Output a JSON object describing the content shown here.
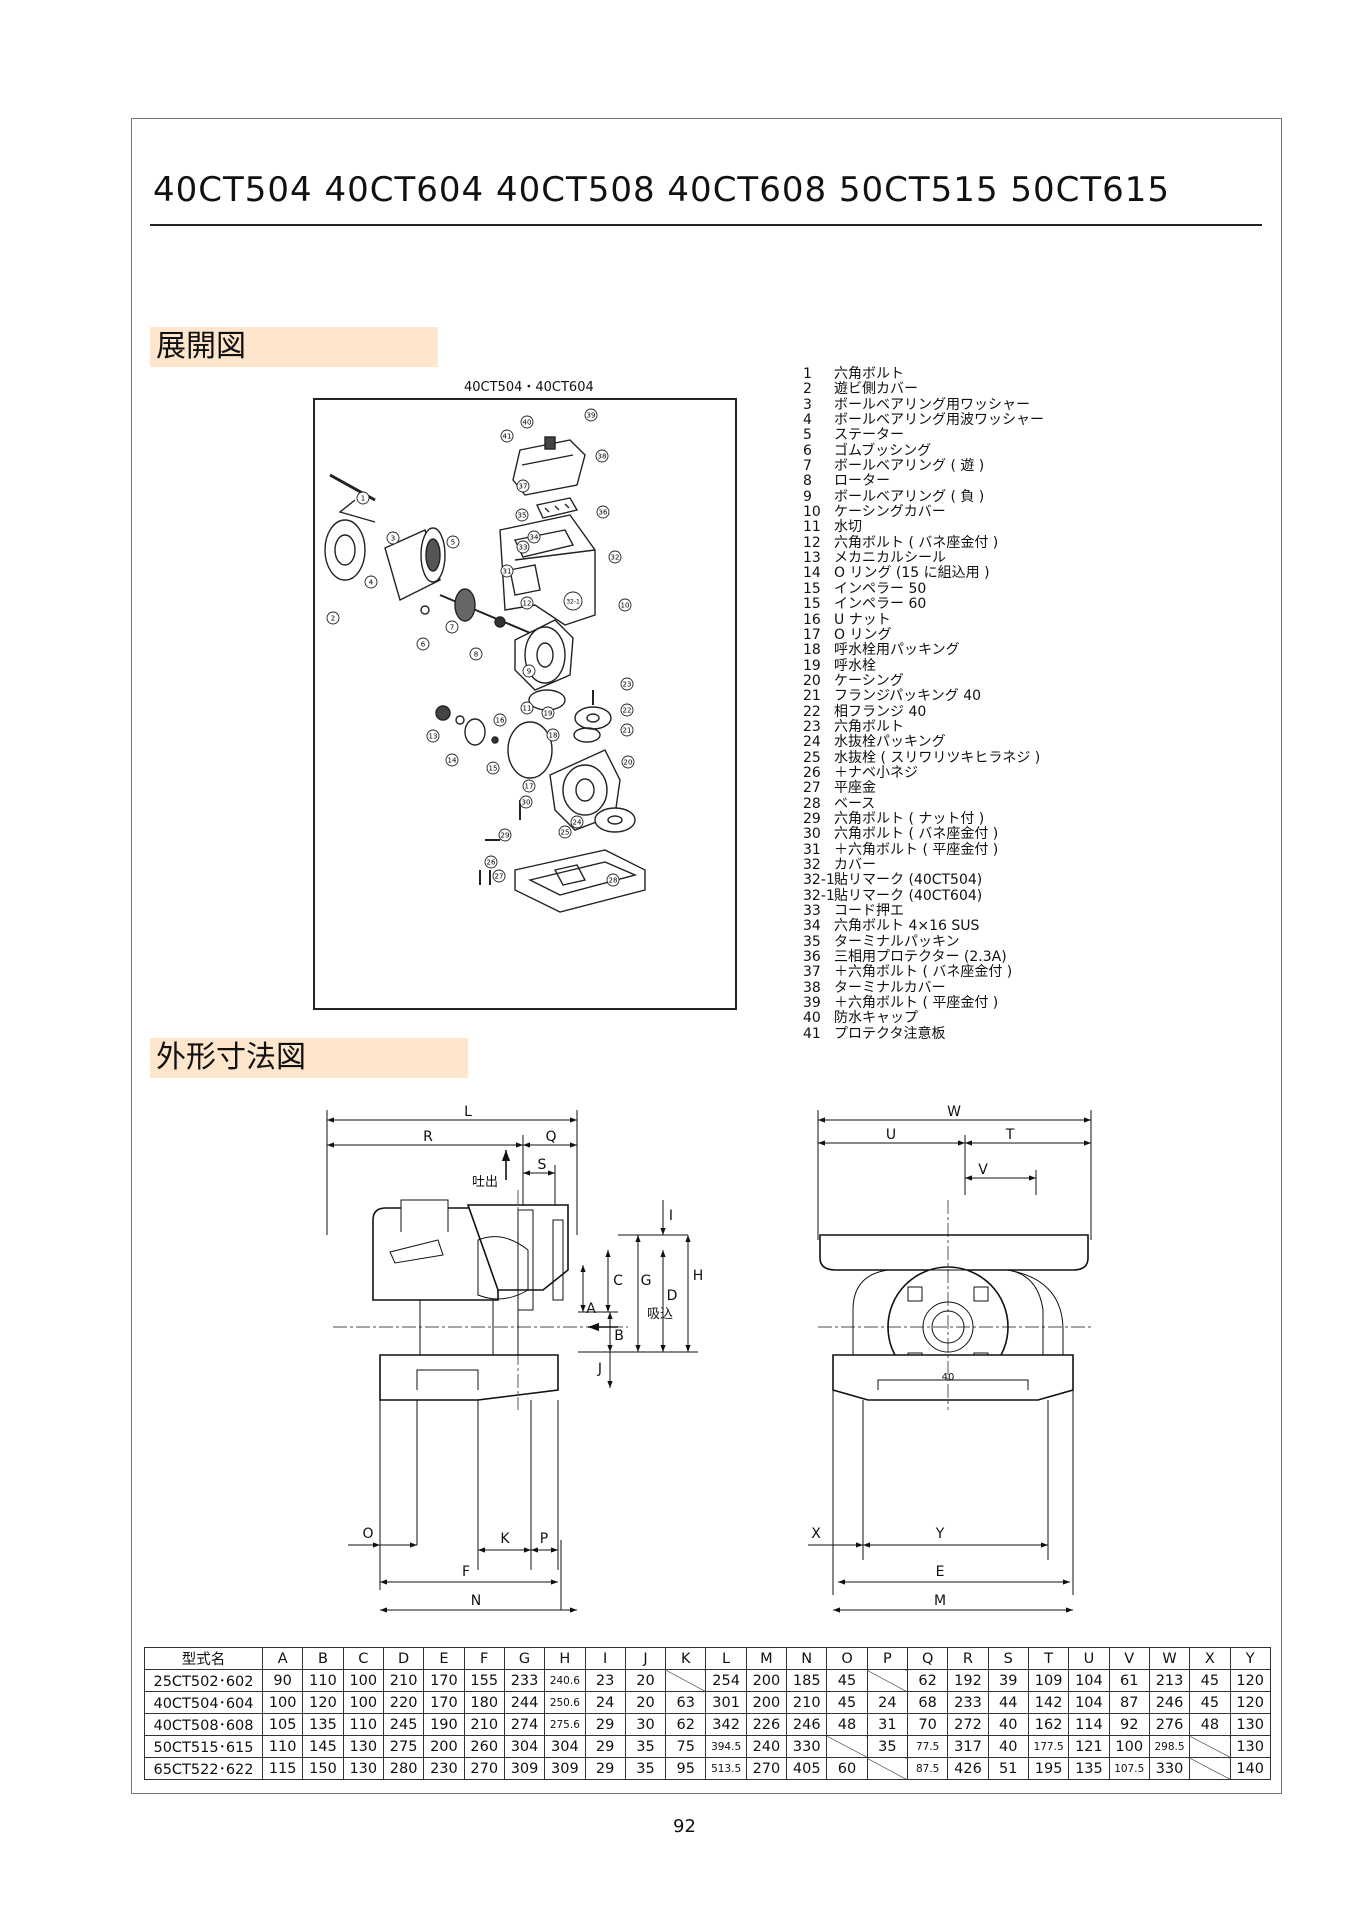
{
  "title": "40CT504  40CT604  40CT508  40CT608  50CT515  50CT615",
  "sections": {
    "exploded": "展開図",
    "dimensions": "外形寸法図"
  },
  "exploded_diagram_label": "40CT504・40CT604",
  "parts": [
    {
      "no": "1",
      "name": "六角ボルト"
    },
    {
      "no": "2",
      "name": "遊ビ側カバー"
    },
    {
      "no": "3",
      "name": "ボールベアリング用ワッシャー"
    },
    {
      "no": "4",
      "name": "ボールベアリング用波ワッシャー"
    },
    {
      "no": "5",
      "name": "ステーター"
    },
    {
      "no": "6",
      "name": "ゴムブッシング"
    },
    {
      "no": "7",
      "name": "ボールベアリング ( 遊 )"
    },
    {
      "no": "8",
      "name": "ローター"
    },
    {
      "no": "9",
      "name": "ボールベアリング ( 負 )"
    },
    {
      "no": "10",
      "name": "ケーシングカバー"
    },
    {
      "no": "11",
      "name": "水切"
    },
    {
      "no": "12",
      "name": "六角ボルト ( バネ座金付 )"
    },
    {
      "no": "13",
      "name": "メカニカルシール"
    },
    {
      "no": "14",
      "name": "O リング (15 に組込用 )"
    },
    {
      "no": "15",
      "name": "インペラー 50"
    },
    {
      "no": "15",
      "name": "インペラー 60"
    },
    {
      "no": "16",
      "name": "U ナット"
    },
    {
      "no": "17",
      "name": "O リング"
    },
    {
      "no": "18",
      "name": "呼水栓用パッキング"
    },
    {
      "no": "19",
      "name": "呼水栓"
    },
    {
      "no": "20",
      "name": "ケーシング"
    },
    {
      "no": "21",
      "name": "フランジパッキング 40"
    },
    {
      "no": "22",
      "name": "相フランジ 40"
    },
    {
      "no": "23",
      "name": "六角ボルト"
    },
    {
      "no": "24",
      "name": "水抜栓パッキング"
    },
    {
      "no": "25",
      "name": "水抜栓 ( スリワリツキヒラネジ )"
    },
    {
      "no": "26",
      "name": "＋ナベ小ネジ"
    },
    {
      "no": "27",
      "name": "平座金"
    },
    {
      "no": "28",
      "name": "ベース"
    },
    {
      "no": "29",
      "name": "六角ボルト ( ナット付 )"
    },
    {
      "no": "30",
      "name": "六角ボルト ( バネ座金付 )"
    },
    {
      "no": "31",
      "name": "＋六角ボルト ( 平座金付 )"
    },
    {
      "no": "32",
      "name": "カバー"
    },
    {
      "no": "32-1",
      "name": "貼リマーク (40CT504)"
    },
    {
      "no": "32-1",
      "name": "貼リマーク (40CT604)"
    },
    {
      "no": "33",
      "name": "コード押エ"
    },
    {
      "no": "34",
      "name": "六角ボルト 4×16 SUS"
    },
    {
      "no": "35",
      "name": "ターミナルパッキン"
    },
    {
      "no": "36",
      "name": "三相用プロテクター (2.3A)"
    },
    {
      "no": "37",
      "name": "＋六角ボルト ( バネ座金付 )"
    },
    {
      "no": "38",
      "name": "ターミナルカバー"
    },
    {
      "no": "39",
      "name": "＋六角ボルト ( 平座金付 )"
    },
    {
      "no": "40",
      "name": "防水キャップ"
    },
    {
      "no": "41",
      "name": "プロテクタ注意板"
    }
  ],
  "callouts": [
    "1",
    "2",
    "3",
    "4",
    "5",
    "6",
    "7",
    "8",
    "9",
    "10",
    "11",
    "12",
    "13",
    "14",
    "15",
    "16",
    "17",
    "18",
    "19",
    "20",
    "21",
    "22",
    "23",
    "24",
    "25",
    "26",
    "27",
    "28",
    "29",
    "30",
    "31",
    "32",
    "32-1",
    "33",
    "34",
    "35",
    "36",
    "37",
    "38",
    "39",
    "40",
    "41"
  ],
  "dim_labels": {
    "L": "L",
    "R": "R",
    "Q": "Q",
    "S": "S",
    "I": "I",
    "C": "C",
    "D": "D",
    "G": "G",
    "H": "H",
    "A": "A",
    "B": "B",
    "J": "J",
    "O": "O",
    "K": "K",
    "P": "P",
    "F": "F",
    "N": "N",
    "W": "W",
    "U": "U",
    "T": "T",
    "V": "V",
    "X": "X",
    "Y": "Y",
    "E": "E",
    "M": "M",
    "discharge": "吐出",
    "suction": "吸込",
    "flange_mark": "40"
  },
  "spec_table": {
    "header": [
      "型式名",
      "A",
      "B",
      "C",
      "D",
      "E",
      "F",
      "G",
      "H",
      "I",
      "J",
      "K",
      "L",
      "M",
      "N",
      "O",
      "P",
      "Q",
      "R",
      "S",
      "T",
      "U",
      "V",
      "W",
      "X",
      "Y"
    ],
    "rows": [
      [
        "25CT502･602",
        "90",
        "110",
        "100",
        "210",
        "170",
        "155",
        "233",
        "240.6",
        "23",
        "20",
        "",
        "254",
        "200",
        "185",
        "45",
        "",
        "62",
        "192",
        "39",
        "109",
        "104",
        "61",
        "213",
        "45",
        "120"
      ],
      [
        "40CT504･604",
        "100",
        "120",
        "100",
        "220",
        "170",
        "180",
        "244",
        "250.6",
        "24",
        "20",
        "63",
        "301",
        "200",
        "210",
        "45",
        "24",
        "68",
        "233",
        "44",
        "142",
        "104",
        "87",
        "246",
        "45",
        "120"
      ],
      [
        "40CT508･608",
        "105",
        "135",
        "110",
        "245",
        "190",
        "210",
        "274",
        "275.6",
        "29",
        "30",
        "62",
        "342",
        "226",
        "246",
        "48",
        "31",
        "70",
        "272",
        "40",
        "162",
        "114",
        "92",
        "276",
        "48",
        "130"
      ],
      [
        "50CT515･615",
        "110",
        "145",
        "130",
        "275",
        "200",
        "260",
        "304",
        "304",
        "29",
        "35",
        "75",
        "394.5",
        "240",
        "330",
        "",
        "35",
        "77.5",
        "317",
        "40",
        "177.5",
        "121",
        "100",
        "298.5",
        "",
        "130"
      ],
      [
        "65CT522･622",
        "115",
        "150",
        "130",
        "280",
        "230",
        "270",
        "309",
        "309",
        "29",
        "35",
        "95",
        "513.5",
        "270",
        "405",
        "60",
        "",
        "87.5",
        "426",
        "51",
        "195",
        "135",
        "107.5",
        "330",
        "",
        "140"
      ]
    ]
  },
  "page_number": "92"
}
